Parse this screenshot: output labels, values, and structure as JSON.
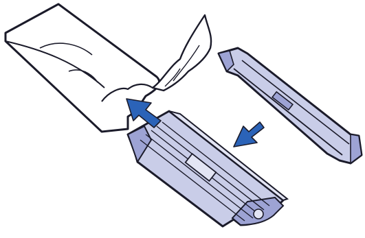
{
  "diagram": {
    "kind": "installation-illustration",
    "step_description": "",
    "components": [
      {
        "name": "protective-bag",
        "icon": "bag-icon"
      },
      {
        "name": "drum-unit",
        "icon": "drum-unit-icon"
      },
      {
        "name": "protective-cover",
        "icon": "cover-icon"
      }
    ],
    "arrows": [
      {
        "name": "into-bag",
        "icon": "arrow-icon"
      },
      {
        "name": "remove-cover",
        "icon": "arrow-icon"
      }
    ],
    "colors": {
      "line": "#1b1b2a",
      "bag_fill": "#ffffff",
      "part_fill": "#c9cde8",
      "part_shade": "#9da3d4",
      "part_light": "#e3e5f4",
      "arrow": "#2b63b8"
    }
  }
}
